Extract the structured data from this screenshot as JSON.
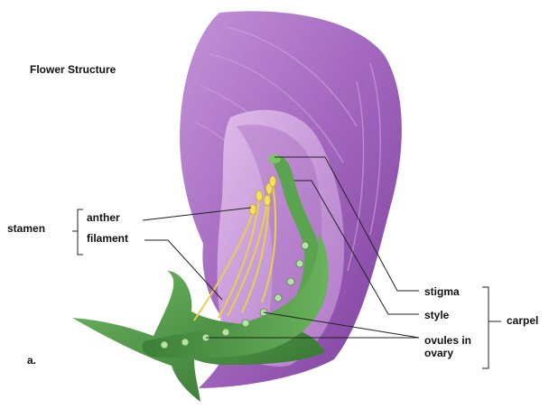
{
  "diagram": {
    "title": "Flower Structure",
    "panel_label": "a.",
    "groups": {
      "stamen": "stamen",
      "carpel": "carpel"
    },
    "parts": {
      "anther": "anther",
      "filament": "filament",
      "stigma": "stigma",
      "style": "style",
      "ovules": "ovules in ovary"
    }
  },
  "colors": {
    "petal": "#a56ac0",
    "petal_dark": "#7d3f9c",
    "petal_light": "#d6a9e2",
    "sepal": "#4f9a45",
    "sepal_dark": "#2f6e2c",
    "ovule": "#b7e3a8",
    "anther": "#f2e05c",
    "leader_line": "#222222"
  }
}
